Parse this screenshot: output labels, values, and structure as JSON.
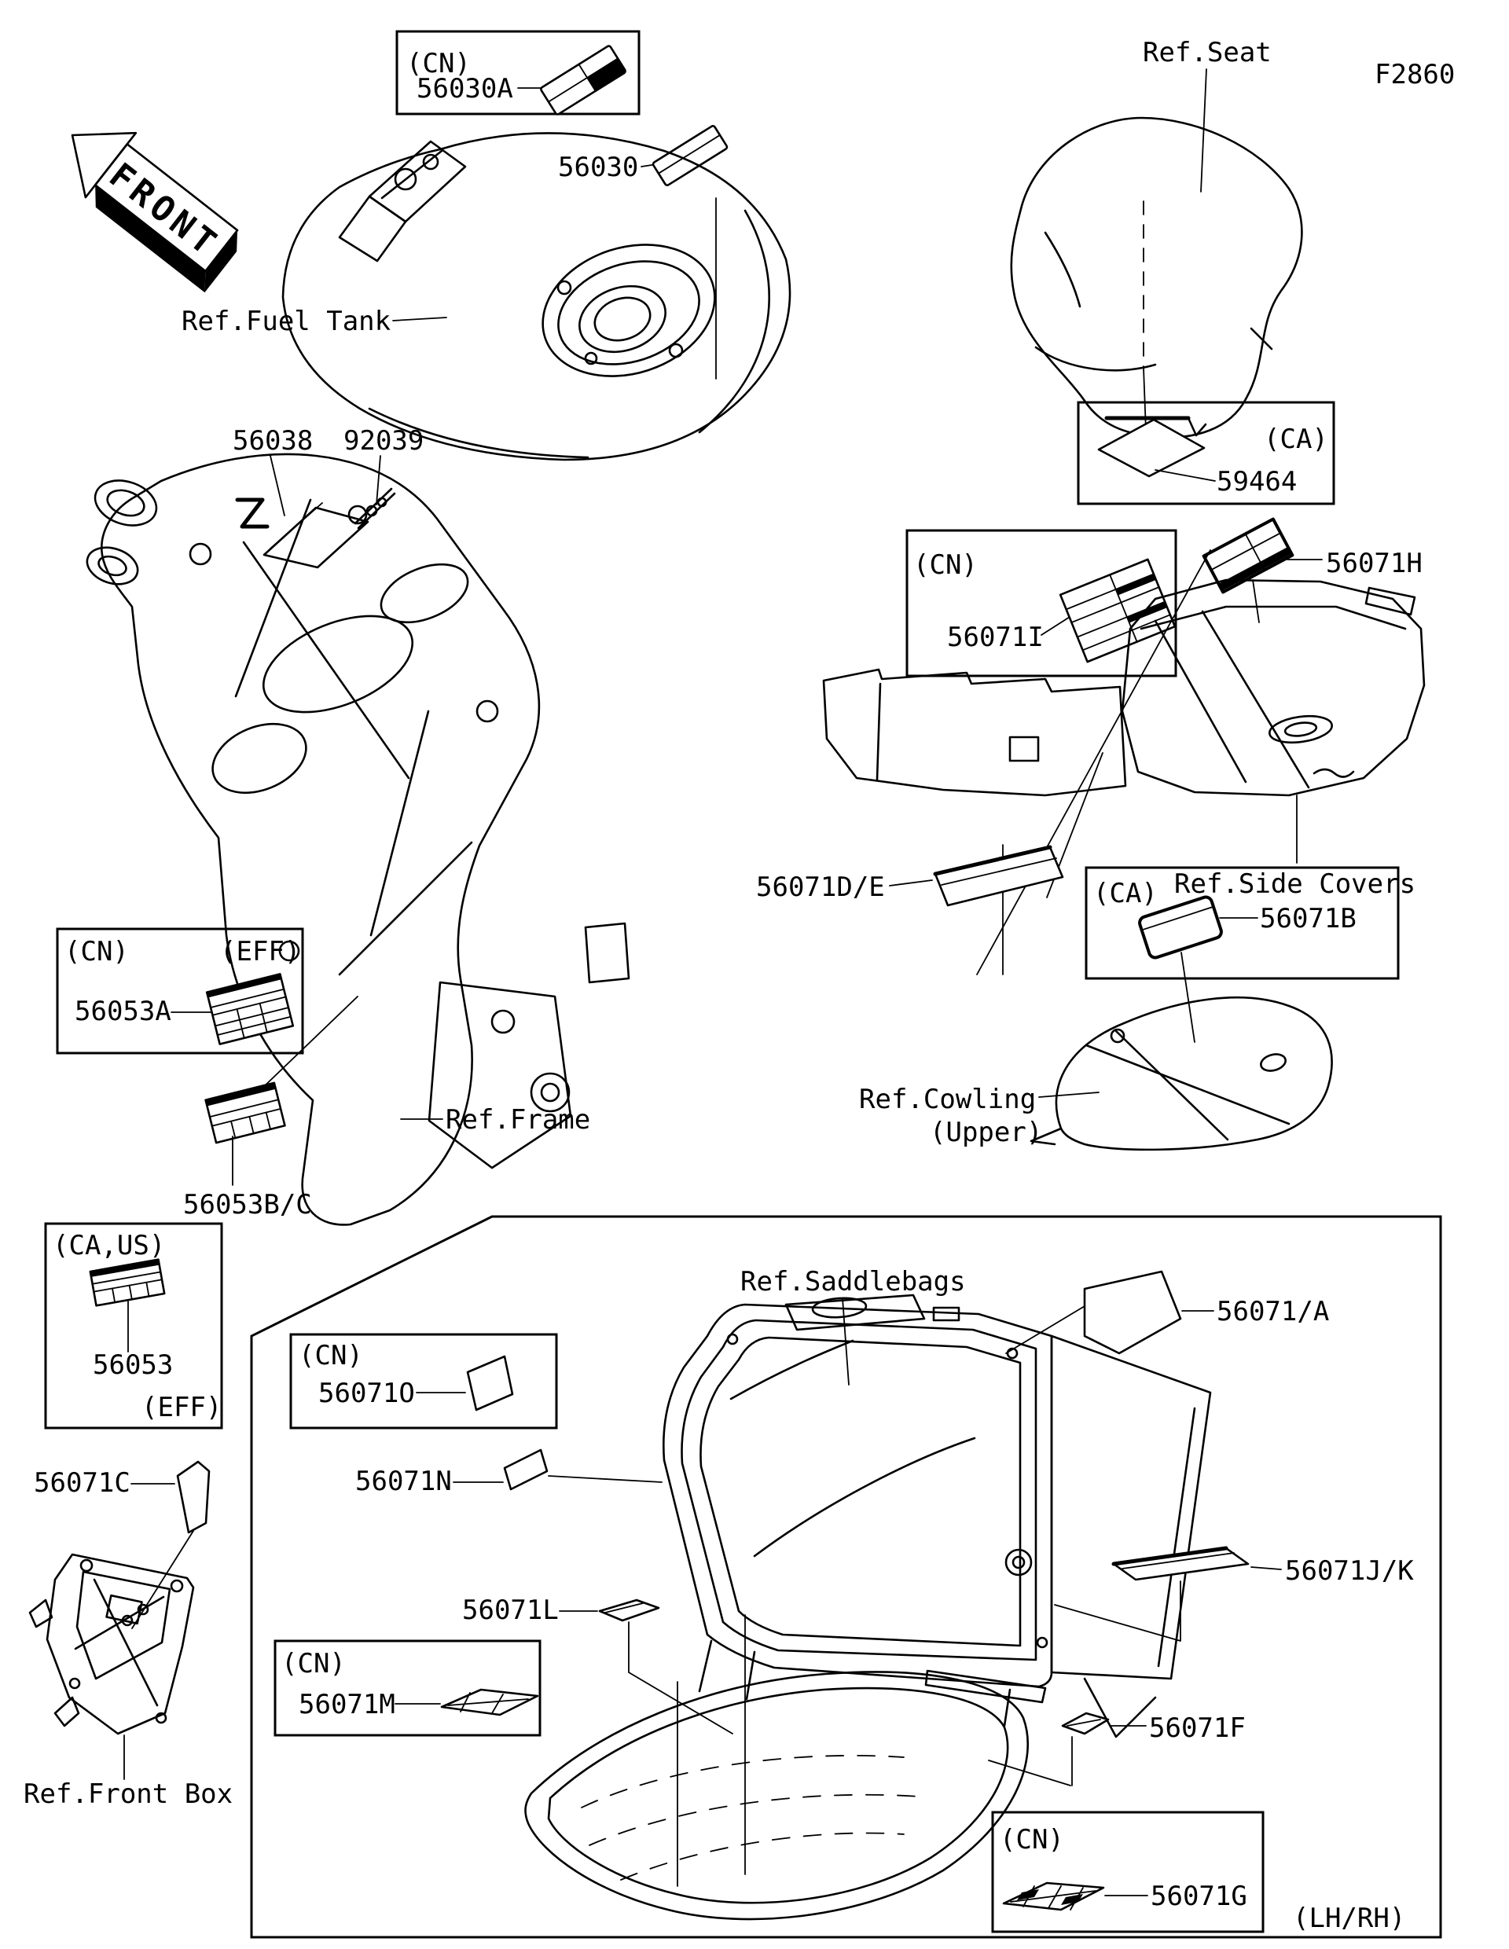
{
  "page": {
    "code": "F2860",
    "orientation_marker": "FRONT",
    "variant_note": "(LH/RH)",
    "tags": {
      "cn": "(CN)",
      "ca": "(CA)",
      "ca_us": "(CA,US)",
      "eff": "(EFF)"
    },
    "references": {
      "fuel_tank": "Ref.Fuel Tank",
      "seat": "Ref.Seat",
      "frame": "Ref.Frame",
      "side_covers": "Ref.Side Covers",
      "cowling": "Ref.Cowling",
      "cowling_sub": "(Upper)",
      "saddlebags": "Ref.Saddlebags",
      "front_box": "Ref.Front Box"
    },
    "parts": {
      "n56030": "56030",
      "n56030a": "56030A",
      "n56038": "56038",
      "n92039": "92039",
      "n59464": "59464",
      "n56071i": "56071I",
      "n56071h": "56071H",
      "n56071de": "56071D/E",
      "n56071b": "56071B",
      "n56053a": "56053A",
      "n56053bc": "56053B/C",
      "n56053": "56053",
      "n56071c": "56071C",
      "n56071a": "56071/A",
      "n56071o": "56071O",
      "n56071n": "56071N",
      "n56071jk": "56071J/K",
      "n56071l": "56071L",
      "n56071m": "56071M",
      "n56071f": "56071F",
      "n56071g": "56071G"
    },
    "colors": {
      "ink": "#000000",
      "paper": "#ffffff"
    }
  }
}
